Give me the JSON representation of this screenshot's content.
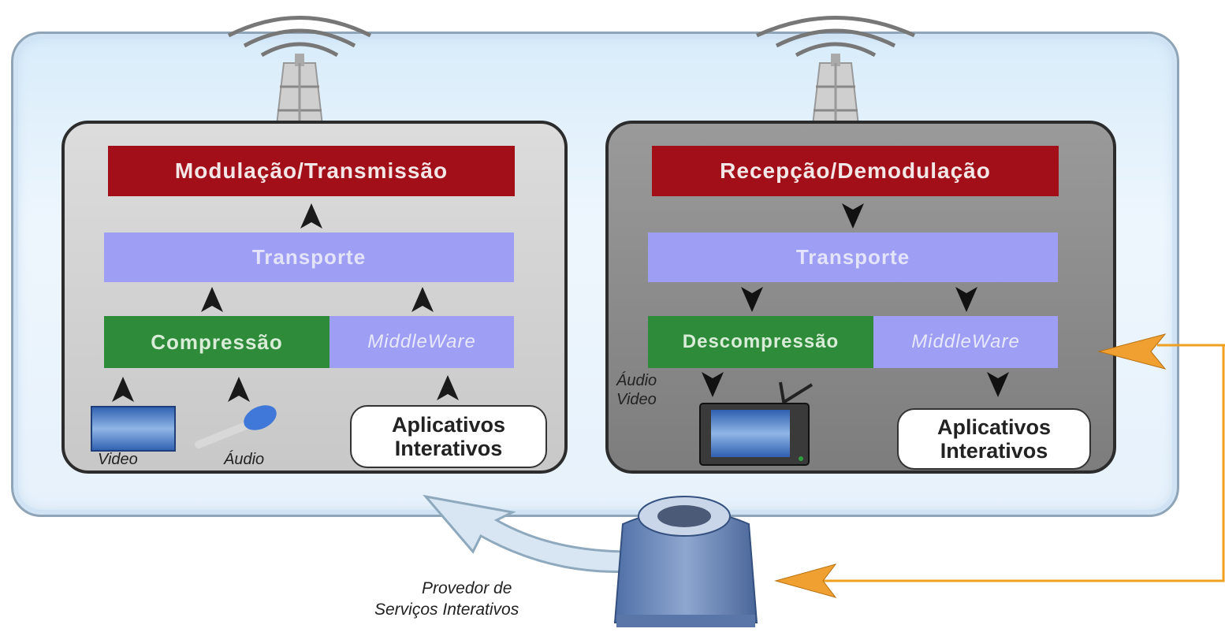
{
  "transmitter": {
    "modulation": "Modulação/Transmissão",
    "transport": "Transporte",
    "compression": "Compressão",
    "middleware": "MiddleWare",
    "apps_line1": "Aplicativos",
    "apps_line2": "Interativos",
    "video_label": "Video",
    "audio_label": "Áudio"
  },
  "receiver": {
    "reception": "Recepção/Demodulação",
    "transport": "Transporte",
    "decompression": "Descompressão",
    "middleware": "MiddleWare",
    "apps_line1": "Aplicativos",
    "apps_line2": "Interativos",
    "audio_label": "Áudio",
    "video_label": "Video"
  },
  "provider": {
    "line1": "Provedor de",
    "line2": "Serviços Interativos"
  },
  "colors": {
    "modulation_red": "#a30f18",
    "transport_blue": "#9e9ef5",
    "compression_green": "#2e8b3a",
    "return_channel_orange": "#f0a020"
  },
  "icons": [
    "antenna-tower-icon",
    "video-screen-icon",
    "microphone-icon",
    "tv-set-icon",
    "server-icon"
  ]
}
